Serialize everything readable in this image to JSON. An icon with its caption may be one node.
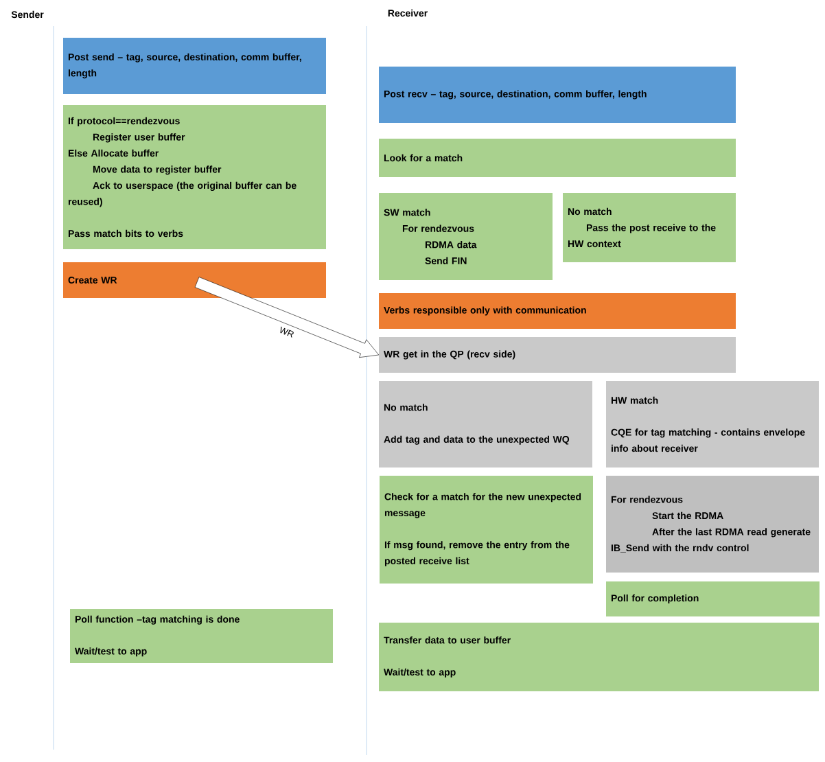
{
  "diagram": {
    "nodes": [
      {
        "text": [
          "Post send – tag, source, destination, comm buffer, length"
        ]
      },
      {
        "text": [
          "If protocol==rendezvous",
          "Register user buffer",
          "Else Allocate buffer",
          "Move data to register buffer",
          "Ack to userspace (the original buffer can be reused)",
          "Pass match bits to verbs"
        ]
      },
      {
        "text": [
          "Create WR"
        ]
      },
      {
        "text": [
          "Poll function –tag matching is done",
          "Wait/test to app"
        ]
      },
      {
        "text": [
          "Post recv – tag, source, destination, comm buffer, length"
        ]
      },
      {
        "text": [
          "Look for a match"
        ]
      },
      {
        "text": [
          "SW match",
          "For rendezvous",
          "RDMA data",
          "Send FIN"
        ]
      },
      {
        "text": [
          "No match",
          "Pass the post receive to the HW context"
        ]
      },
      {
        "text": [
          "Verbs responsible only with communication"
        ]
      },
      {
        "text": [
          "WR get in the QP (recv side)"
        ]
      },
      {
        "text": [
          "No match",
          "Add tag and data to the unexpected WQ"
        ]
      },
      {
        "text": [
          "HW match",
          "CQE for tag matching - contains envelope info about receiver"
        ]
      },
      {
        "text": [
          "Check for a match for the new unexpected message",
          "If msg found, remove the entry from the posted receive list"
        ]
      },
      {
        "text": [
          "For rendezvous",
          "Start the RDMA",
          "After the last RDMA read generate IB_Send with the rndv control"
        ]
      },
      {
        "text": [
          "Poll for completion"
        ]
      },
      {
        "text": [
          "Transfer data to user buffer",
          "Wait/test to app"
        ]
      }
    ],
    "edges": [
      {
        "from": 2,
        "to": 9,
        "arrow": "to",
        "label": "WR"
      }
    ],
    "labels": [
      "Sender",
      "Receiver"
    ]
  }
}
